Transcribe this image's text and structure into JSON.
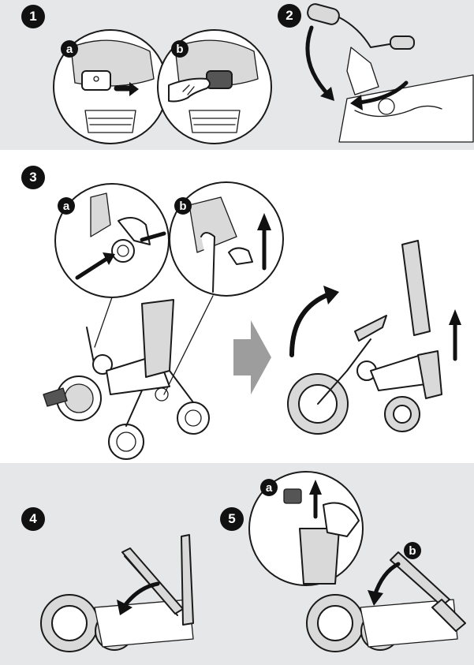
{
  "steps": [
    {
      "number": "1",
      "subs": [
        "a",
        "b"
      ]
    },
    {
      "number": "2",
      "subs": []
    },
    {
      "number": "3",
      "subs": [
        "a",
        "b"
      ]
    },
    {
      "number": "4",
      "subs": []
    },
    {
      "number": "5",
      "subs": [
        "a",
        "b"
      ]
    }
  ],
  "colors": {
    "panel_grey": "#e6e7e8",
    "badge": "#111111",
    "line_art": "#1a1a1a",
    "arrow_grey": "#9d9d9d"
  },
  "icons": [
    "press-button-icon",
    "rotate-arrow-icon",
    "up-arrow-icon",
    "next-step-arrow-icon",
    "fold-arrow-icon"
  ]
}
